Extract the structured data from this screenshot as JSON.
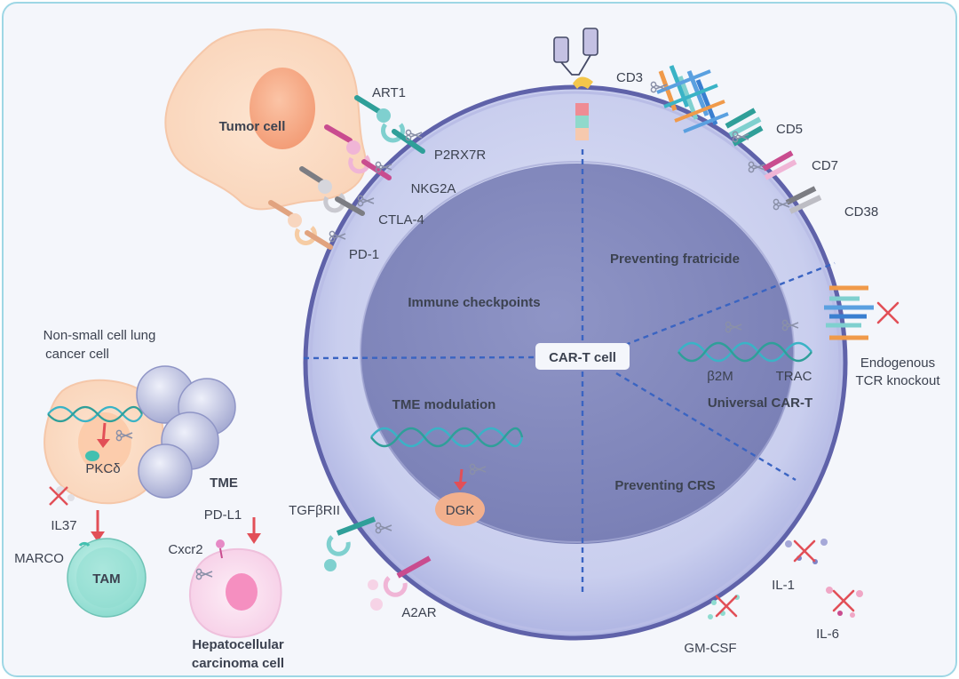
{
  "cell": {
    "center_label": "CAR-T cell",
    "sections": {
      "immune_checkpoints": "Immune checkpoints",
      "preventing_fratricide": "Preventing fratricide",
      "tme_modulation": "TME modulation",
      "universal_car_t": "Universal CAR-T",
      "preventing_crs": "Preventing CRS"
    }
  },
  "tumor": {
    "label": "Tumor cell",
    "receptors": [
      "ART1",
      "P2RX7R",
      "NKG2A",
      "CTLA-4",
      "PD-1"
    ]
  },
  "fratricide_markers": [
    "CD3",
    "CD5",
    "CD7",
    "CD38"
  ],
  "universal": {
    "genes": [
      "β2M",
      "TRAC"
    ],
    "tcr_label_line1": "Endogenous",
    "tcr_label_line2": "TCR knockout"
  },
  "tme": {
    "dgk": "DGK",
    "tgfbr": "TGFβRII",
    "a2ar": "A2AR",
    "nsclc_line1": "Non-small cell lung",
    "nsclc_line2": "cancer cell",
    "pkc": "PKCδ",
    "tme_label": "TME",
    "il37": "IL37",
    "pdl1": "PD-L1",
    "marco": "MARCO",
    "tam": "TAM",
    "cxcr2": "Cxcr2",
    "hcc_line1": "Hepatocellular",
    "hcc_line2": "carcinoma cell"
  },
  "crs": {
    "cytokines": [
      "IL-1",
      "IL-6",
      "GM-CSF"
    ]
  }
}
